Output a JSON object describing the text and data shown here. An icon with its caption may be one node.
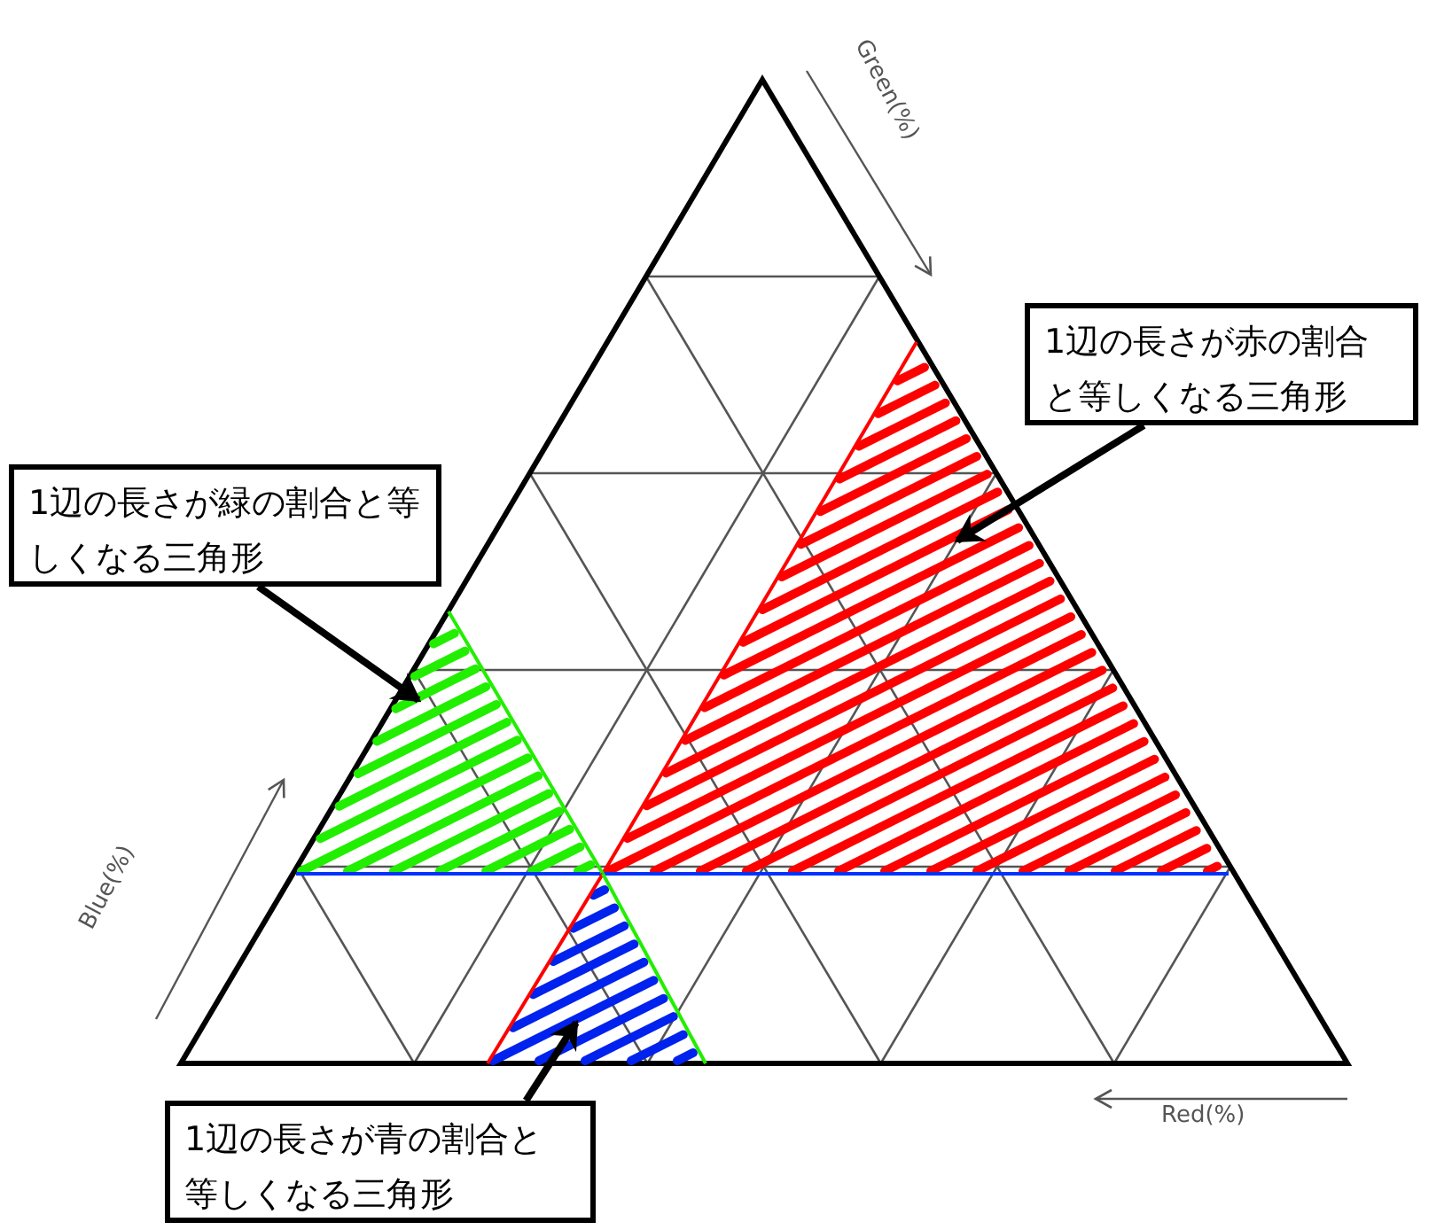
{
  "diagram": {
    "nodes": [
      {
        "text": [
          "1辺の長さが赤の割合と等しくなる三角形"
        ]
      },
      {
        "text": [
          "1辺の長さが緑の割合と等しくなる三角形"
        ]
      },
      {
        "text": [
          "1辺の長さが青の割合と等しくなる三角形"
        ]
      },
      {
        "text": [],
        "shape": "triangle"
      },
      {
        "text": [],
        "shape": "triangle"
      },
      {
        "text": [],
        "shape": "triangle"
      }
    ],
    "edges": [
      {
        "from": 0,
        "to": 3,
        "arrow": "to"
      },
      {
        "from": 1,
        "to": 4,
        "arrow": "to"
      },
      {
        "from": 2,
        "to": 5,
        "arrow": "to"
      }
    ],
    "labels": [
      "Green(%)",
      "Blue(%)",
      "Red(%)"
    ]
  }
}
